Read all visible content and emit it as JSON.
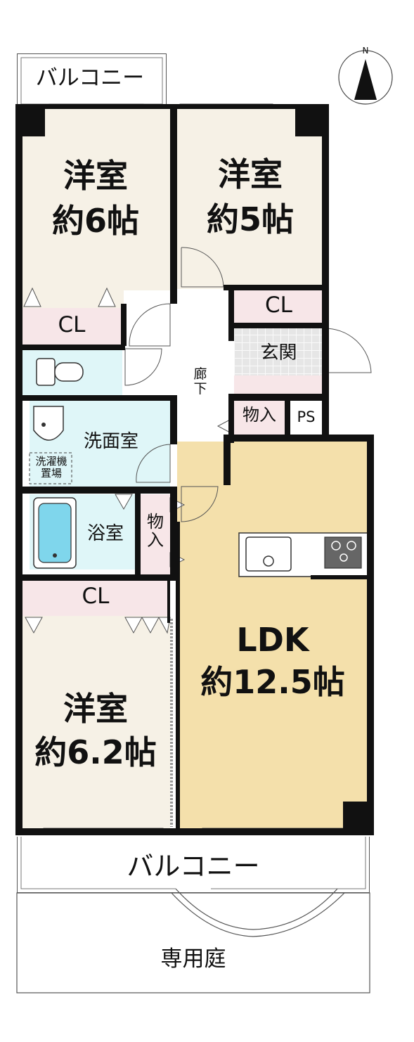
{
  "compass": {
    "north_label": "N",
    "icon": "north-arrow-icon"
  },
  "balcony_top": {
    "label": "バルコニー"
  },
  "balcony_bottom": {
    "label": "バルコニー"
  },
  "garden": {
    "label": "専用庭"
  },
  "rooms": {
    "western1": {
      "name": "洋室",
      "size": "約6帖"
    },
    "western2": {
      "name": "洋室",
      "size": "約5帖"
    },
    "western3": {
      "name": "洋室",
      "size": "約6.2帖"
    },
    "ldk": {
      "name": "LDK",
      "size": "約12.5帖"
    }
  },
  "closets": {
    "cl1": "CL",
    "cl2": "CL",
    "cl3": "CL"
  },
  "entrance": {
    "label": "玄関"
  },
  "corridor": {
    "label": "廊\n下"
  },
  "storage1": {
    "label": "物入"
  },
  "storage2": {
    "label": "物\n入"
  },
  "ps": {
    "label": "PS"
  },
  "washroom": {
    "label": "洗面室"
  },
  "washer": {
    "label": "洗濯機\n置場"
  },
  "bathroom": {
    "label": "浴室"
  },
  "colors": {
    "western_room": "#f6f1e6",
    "ldk": "#f4e0ab",
    "closet": "#f7e6e8",
    "wet_area": "#dff6f8",
    "bathtub": "#7fd6ec",
    "entrance_tile": "#e6e6e6"
  }
}
